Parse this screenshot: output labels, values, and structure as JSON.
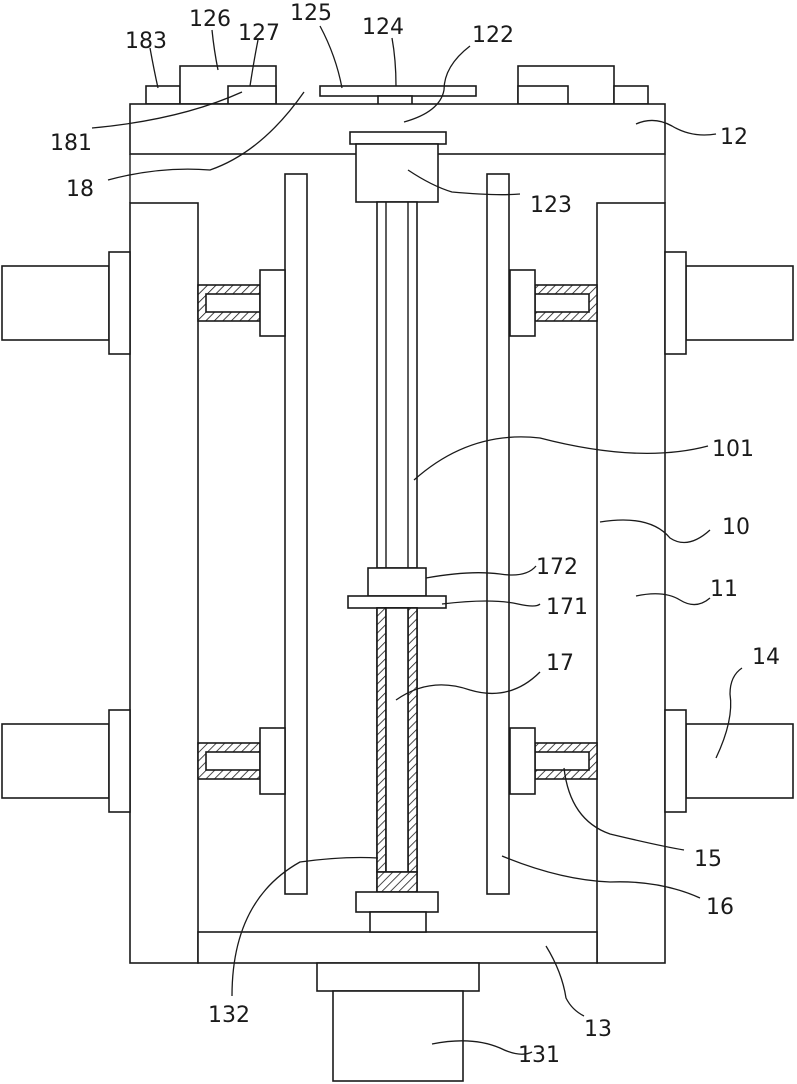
{
  "colors": {
    "stroke": "#1a1a1a",
    "background": "#ffffff"
  },
  "labels": {
    "l183": "183",
    "l126": "126",
    "l127": "127",
    "l125": "125",
    "l124": "124",
    "l122": "122",
    "l12": "12",
    "l181": "181",
    "l18": "18",
    "l123": "123",
    "l101": "101",
    "l10": "10",
    "l172": "172",
    "l11": "11",
    "l171": "171",
    "l14": "14",
    "l17": "17",
    "l15": "15",
    "l16": "16",
    "l132": "132",
    "l13": "13",
    "l131": "131"
  }
}
